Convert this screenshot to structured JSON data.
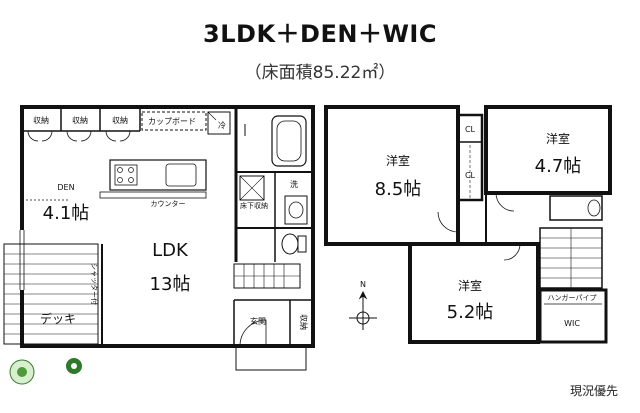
{
  "header": {
    "title": "3LDK＋DEN＋WIC",
    "subtitle": "（床面積85.22㎡）"
  },
  "floor1": {
    "storage_1": "収納",
    "storage_2": "収納",
    "storage_3": "収納",
    "cupboard": "カップボード",
    "fridge": "冷",
    "washer": "洗",
    "den_label": "DEN",
    "den_size": "4.1帖",
    "counter": "カウンター",
    "underfloor_storage": "床下収納",
    "ldk_label": "LDK",
    "ldk_size": "13帖",
    "shutter": "シャッター付",
    "deck": "デッキ",
    "entrance": "玄関",
    "entrance_storage": "収納"
  },
  "floor2": {
    "room_a_label": "洋室",
    "room_a_size": "8.5帖",
    "cl_1": "CL",
    "cl_2": "CL",
    "room_b_label": "洋室",
    "room_b_size": "4.7帖",
    "room_c_label": "洋室",
    "room_c_size": "5.2帖",
    "hanger_pipe": "ハンガーパイプ",
    "wic": "WIC",
    "north": "N"
  },
  "footer": {
    "note": "現況優先"
  }
}
